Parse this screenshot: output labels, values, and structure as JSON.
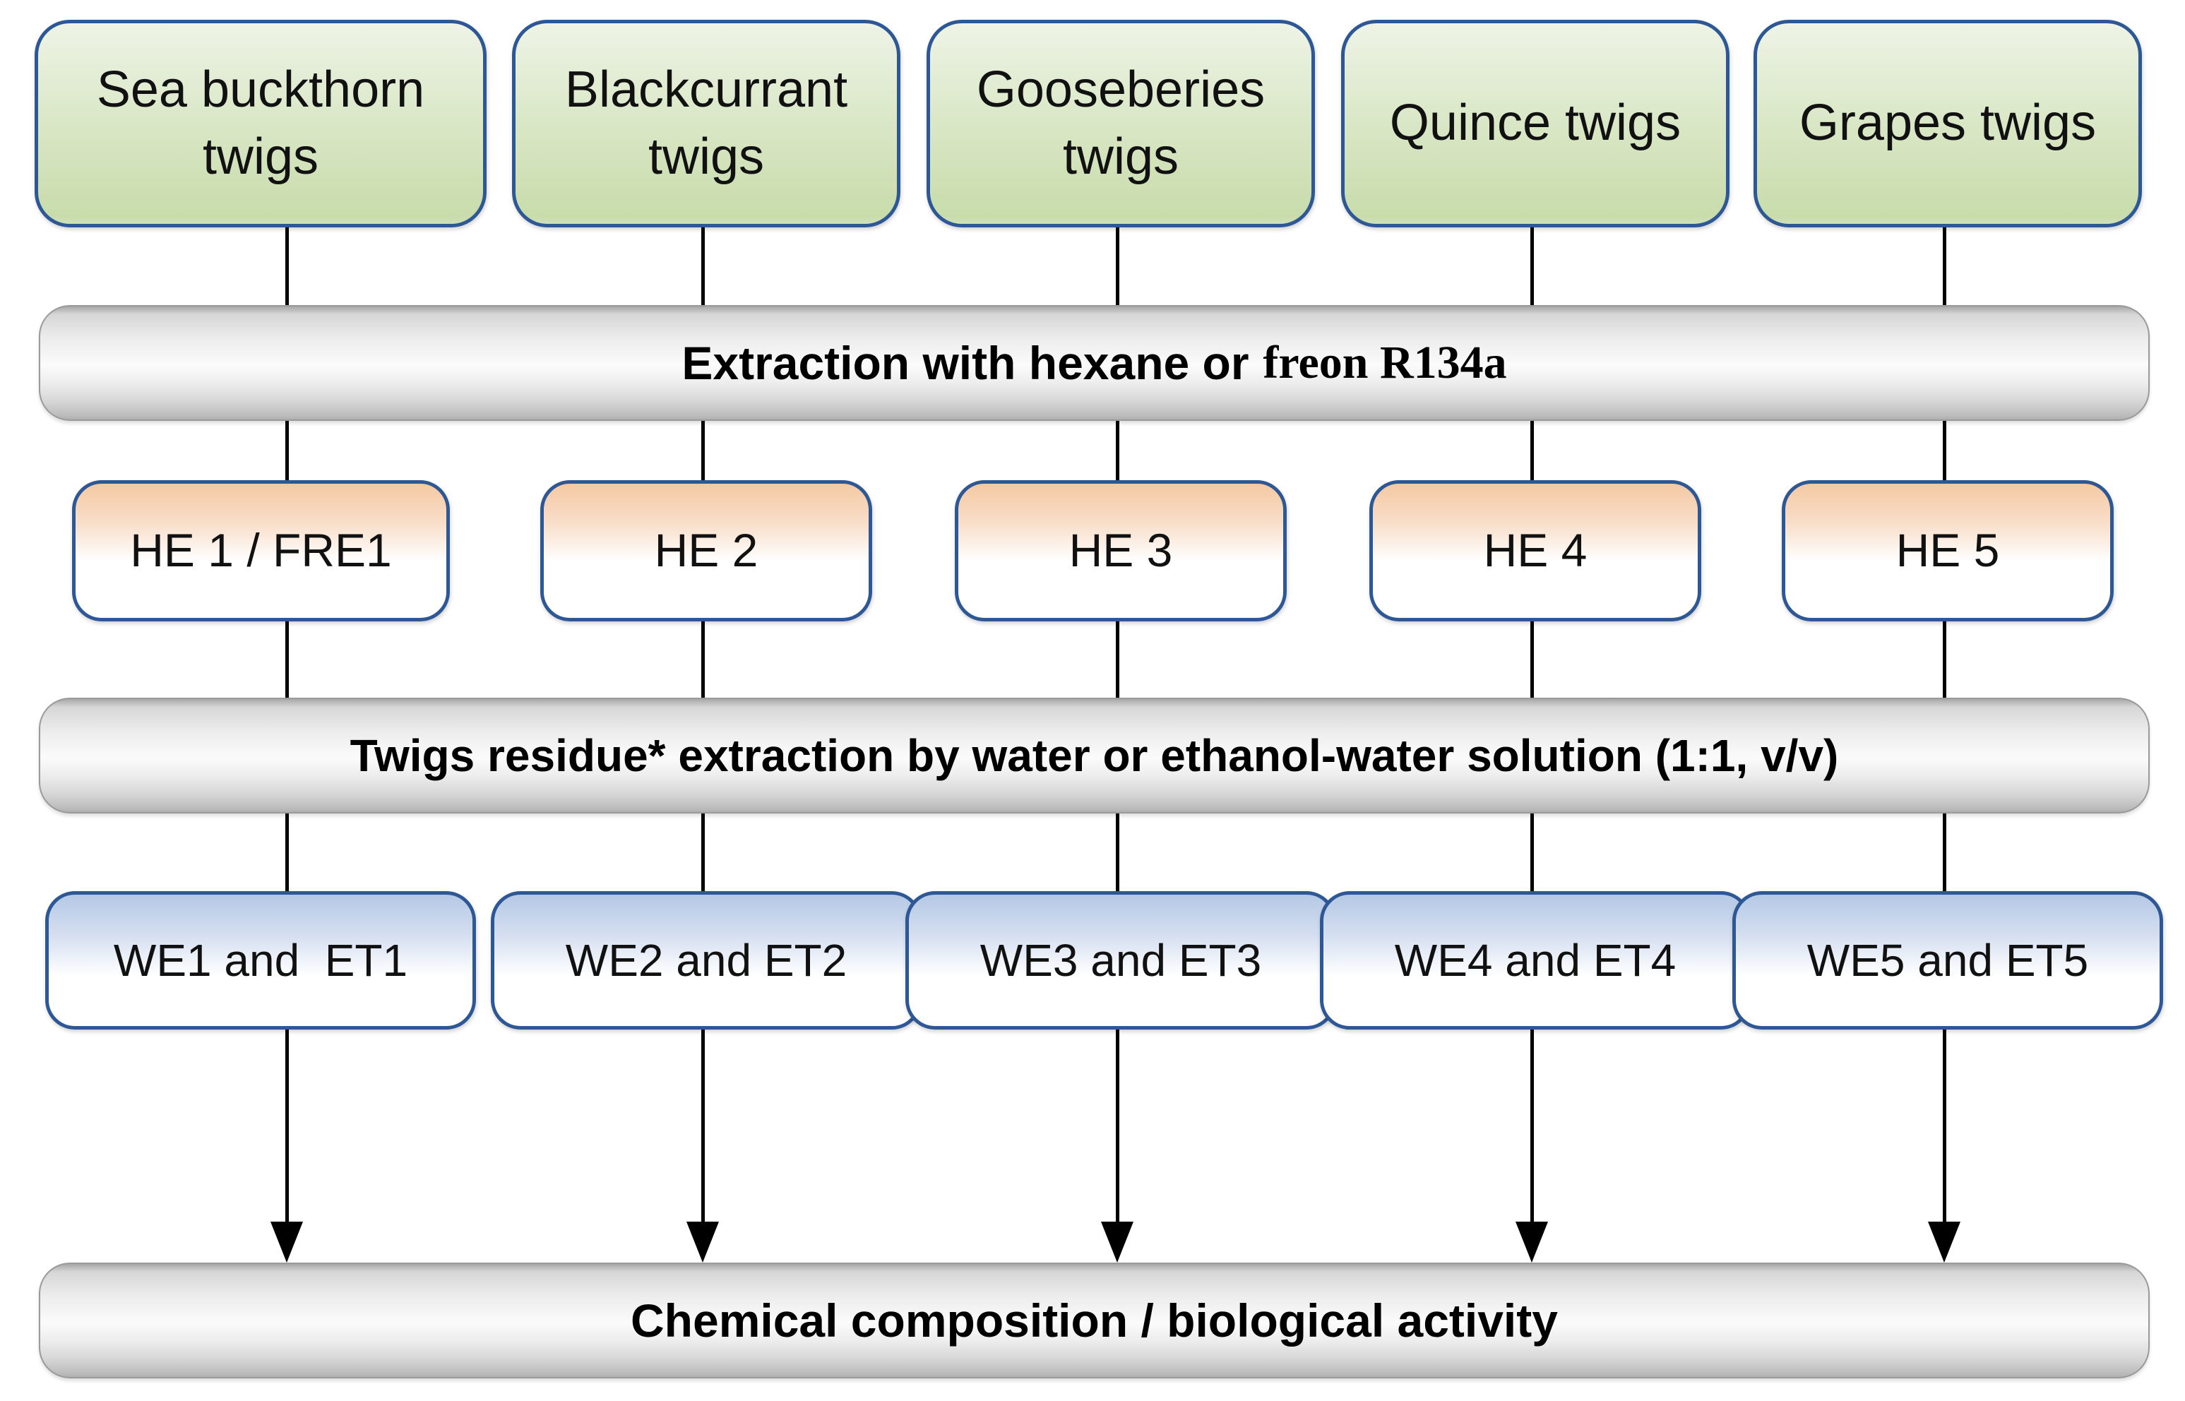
{
  "figure": {
    "sources": [
      "Sea buckthorn\ntwigs",
      "Blackcurrant\ntwigs",
      "Gooseberies\ntwigs",
      "Quince twigs",
      "Grapes twigs"
    ],
    "step1": {
      "text_sans": "Extraction with hexane or",
      "text_serif": "freon R134a"
    },
    "hexane_extracts": [
      "HE 1 / FRE1",
      "HE 2",
      "HE 3",
      "HE 4",
      "HE 5"
    ],
    "step2": "Twigs residue* extraction by water or ethanol-water solution (1:1, v/v)",
    "water_ethanol_extracts": [
      "WE1 and  ET1",
      "WE2 and ET2",
      "WE3 and ET3",
      "WE4 and ET4",
      "WE5 and ET5"
    ],
    "result": "Chemical composition / biological activity",
    "colors": {
      "box_border": "#2e5796",
      "source_fill_top": "#eef4e6",
      "source_fill_bottom": "#c8dcab",
      "hexane_fill_top": "#f4c9a4",
      "water_fill_top": "#b4c8e4",
      "bar_fill_mid": "#fbfbfb",
      "bar_fill_edge": "#a7a7a7",
      "connector": "#000000",
      "text": "#111111"
    }
  }
}
